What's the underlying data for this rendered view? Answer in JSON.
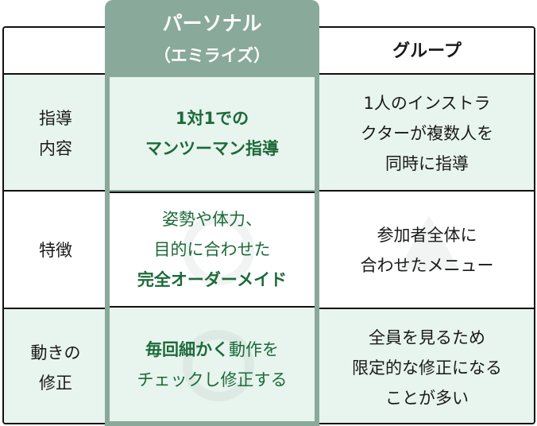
{
  "header": {
    "personal_title": "パーソナル",
    "personal_subtitle": "（エミライズ）",
    "group_title": "グループ"
  },
  "rows": [
    {
      "label_lines": [
        "指導",
        "内容"
      ],
      "personal_lines": [
        "1対1での",
        "マンツーマン指導"
      ],
      "group_lines": [
        "1人のインストラ",
        "クターが複数人を",
        "同時に指導"
      ]
    },
    {
      "label_lines": [
        "特徴"
      ],
      "personal_lines": [
        "姿勢や体力、",
        "目的に合わせた",
        "完全オーダーメイド"
      ],
      "group_lines": [
        "参加者全体に",
        "合わせたメニュー"
      ]
    },
    {
      "label_lines": [
        "動きの",
        "修正"
      ],
      "personal_lines_bold": "毎回細かく",
      "personal_lines_rest": "動作を",
      "personal_line2": "チェックし修正する",
      "group_lines": [
        "全員を見るため",
        "限定的な修正になる",
        "ことが多い"
      ]
    }
  ],
  "colors": {
    "accent_green": "#89a99a",
    "text_green": "#1d6a3a",
    "tint_bg": "#e8f4ee",
    "border": "#111111"
  },
  "icons": {
    "personal_mark": "circle-mark-icon",
    "group_mark": "triangle-mark-icon"
  }
}
